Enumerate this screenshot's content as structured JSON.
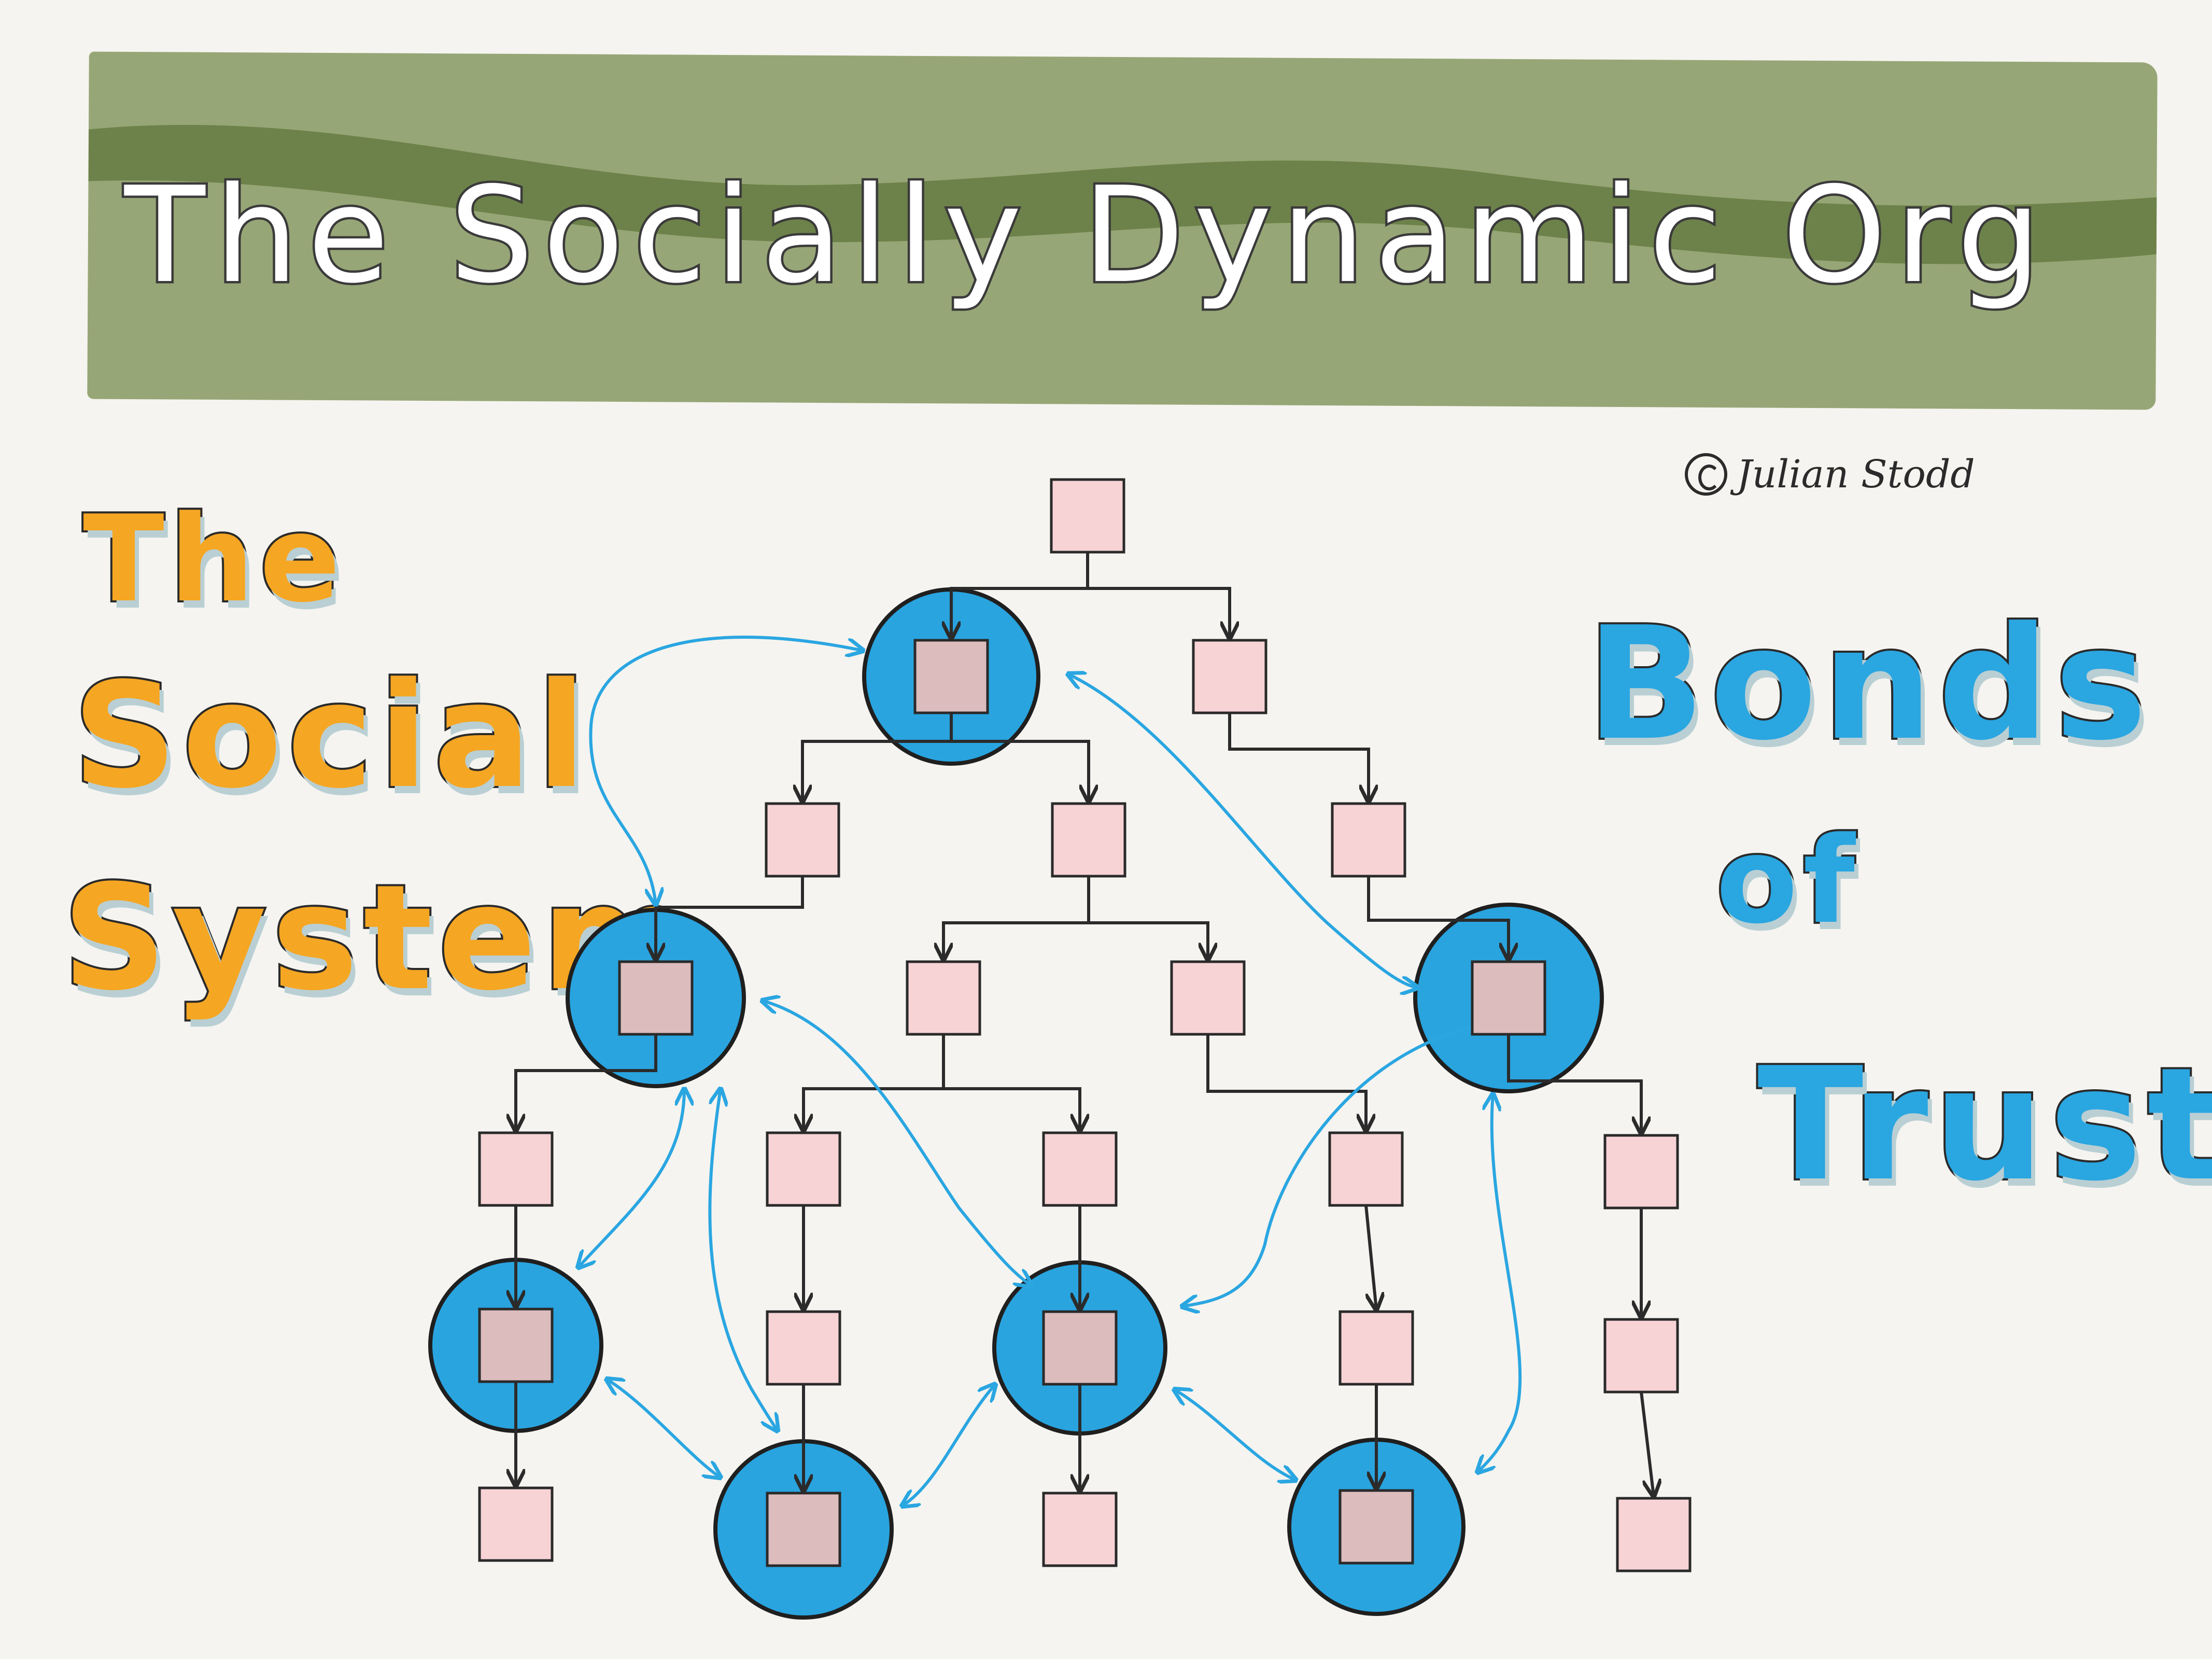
{
  "banner": {
    "title": "The Socially Dynamic Org"
  },
  "credit": {
    "text": "Julian Stodd"
  },
  "left_label": {
    "lines": [
      "The",
      "Social",
      "System"
    ]
  },
  "right_label": {
    "lines": [
      "Bonds",
      "of",
      "Trust"
    ]
  },
  "colors": {
    "banner": "#97a676",
    "banner_stripe": "#6d824a",
    "title_text": "#ffffff",
    "social_system": "#f5a623",
    "bonds_of_trust": "#2aa6e1",
    "hub_circle": "#29a4df",
    "node_box": "#f7d3d5",
    "hub_box": "#dcbcbd",
    "hierarchy_arrow": "#2b2b2b",
    "trust_arrow": "#2aa6e1"
  },
  "icons": [
    "copyright-icon"
  ]
}
